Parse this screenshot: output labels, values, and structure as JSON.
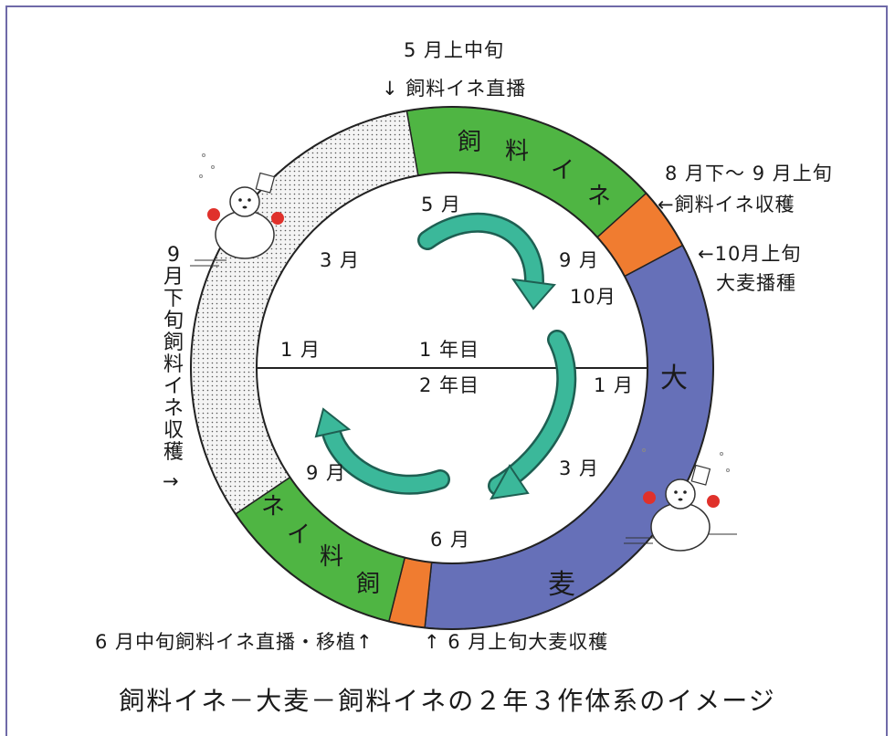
{
  "top_annotation": {
    "line1": "5 月上中旬",
    "line2": "↓ 飼料イネ直播"
  },
  "right_annotation_1": {
    "line1": "8 月下～ 9 月上旬",
    "line2": "←飼料イネ収穫"
  },
  "right_annotation_2": {
    "line1": "←10月上旬",
    "line2": "大麦播種"
  },
  "left_vertical_annotation": "9月下旬飼料イネ収穫",
  "left_arrow": "→",
  "bottom_left_annotation": "6 月中旬飼料イネ直播・移植↑",
  "bottom_right_annotation": "↑ 6 月上旬大麦収穫",
  "ring_labels": {
    "rice_top_1": "飼",
    "rice_top_2": "料",
    "rice_top_3": "イ",
    "rice_top_4": "ネ",
    "barley_1": "大",
    "barley_2": "麦",
    "rice_bottom_1": "ネ",
    "rice_bottom_2": "イ",
    "rice_bottom_3": "料",
    "rice_bottom_4": "飼"
  },
  "inner_labels": {
    "year1": "1 年目",
    "year2": "2 年目",
    "y1_may": "5 月",
    "y1_sep": "9 月",
    "y1_oct": "10月",
    "y1_mar": "3 月",
    "y1_jan": "1 月",
    "y2_jan": "1 月",
    "y2_mar": "3 月",
    "y2_jun": "6 月",
    "y2_sep": "9 月"
  },
  "caption": "飼料イネ－大麦－飼料イネの２年３作体系のイメージ",
  "colors": {
    "rice_green": "#4fb543",
    "barley_blue": "#6670b8",
    "orange": "#f07c30",
    "fallow": "#f2f2f2",
    "arrow_teal": "#3bb89a",
    "frame": "#6f6aa8"
  },
  "icons": [
    "snowman-icon",
    "snowman-icon"
  ]
}
